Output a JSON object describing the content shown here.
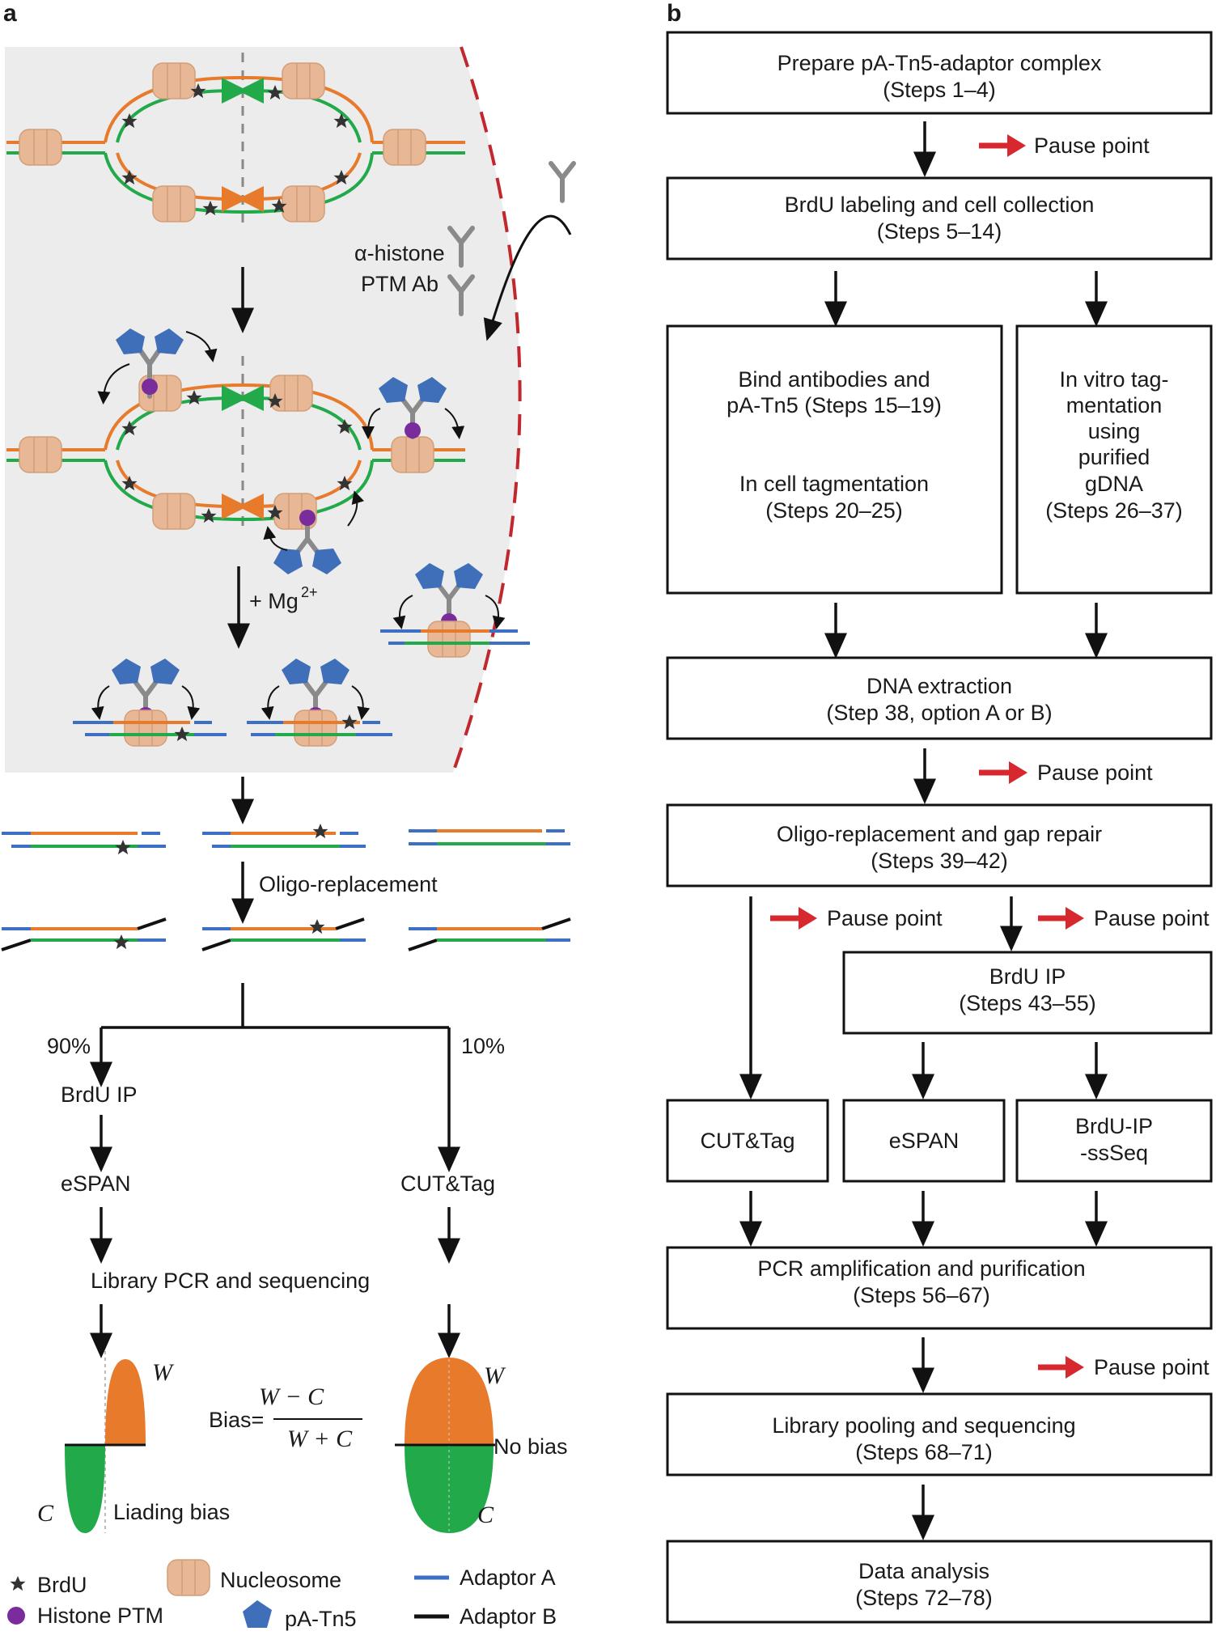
{
  "panel_a": {
    "letter": "a",
    "antibody_label_1": "α-histone",
    "antibody_label_2": "PTM Ab",
    "mg_label": "+ Mg",
    "mg_superscript": "2+",
    "oligo_label": "Oligo-replacement",
    "split_left_pct": "90%",
    "split_right_pct": "10%",
    "brdu_ip": "BrdU IP",
    "espan": "eSPAN",
    "cuttag": "CUT&Tag",
    "library": "Library PCR and sequencing",
    "w_label": "W",
    "c_label": "C",
    "bias_prefix": "Bias=",
    "bias_num": "W − C",
    "bias_den": "W + C",
    "leading_bias": "Liading bias",
    "no_bias": "No bias",
    "legend": {
      "brdu": "BrdU",
      "histone_ptm": "Histone PTM",
      "nucleosome": "Nucleosome",
      "patn5": "pA-Tn5",
      "adaptor_a": "Adaptor A",
      "adaptor_b": "Adaptor B"
    },
    "colors": {
      "orange_strand": "#e87a2c",
      "green_strand": "#22a94a",
      "adaptor_a": "#3d6fc4",
      "adaptor_b": "#111111",
      "nucleosome": "#e8b896",
      "patn5": "#3f6fb8",
      "ptm": "#7a2c9c",
      "red_dash": "#c0282d",
      "gray_bg": "#ececec"
    }
  },
  "panel_b": {
    "letter": "b",
    "pause": "Pause point",
    "boxes": {
      "b1_title": "Prepare pA-Tn5-adaptor complex",
      "b1_steps": "(Steps 1–4)",
      "b2_title": "BrdU labeling and cell collection",
      "b2_steps": "(Steps 5–14)",
      "b3_line1": "Bind antibodies and",
      "b3_line2": "pA-Tn5 (Steps 15–19)",
      "b3_line3": "In cell tagmentation",
      "b3_line4": "(Steps 20–25)",
      "b4_line1": "In vitro tag-",
      "b4_line2": "mentation",
      "b4_line3": "using",
      "b4_line4": "purified",
      "b4_line5": "gDNA",
      "b4_line6": "(Steps 26–37)",
      "b5_title": "DNA extraction",
      "b5_steps": "(Step 38, option A or B)",
      "b6_title": "Oligo-replacement and gap repair",
      "b6_steps": "(Steps 39–42)",
      "b7_title": "BrdU IP",
      "b7_steps": "(Steps 43–55)",
      "b8": "CUT&Tag",
      "b9": "eSPAN",
      "b10_line1": "BrdU-IP",
      "b10_line2": "-ssSeq",
      "b11_title": "PCR amplification and purification",
      "b11_steps": "(Steps 56–67)",
      "b12_title": "Library pooling and sequencing",
      "b12_steps": "(Steps 68–71)",
      "b13_title": "Data analysis",
      "b13_steps": "(Steps 72–78)"
    },
    "colors": {
      "pause_arrow": "#d7282f"
    }
  }
}
